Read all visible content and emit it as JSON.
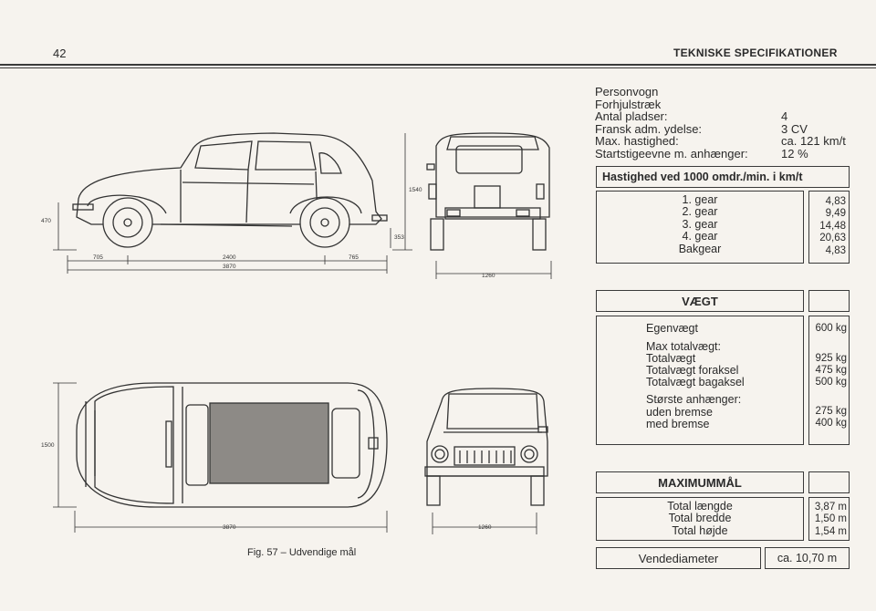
{
  "page": {
    "number": "42",
    "section_title": "TEKNISKE SPECIFIKATIONER"
  },
  "specs": [
    {
      "label": "Personvogn",
      "value": ""
    },
    {
      "label": "Forhjulstræk",
      "value": ""
    },
    {
      "label": "Antal pladser:",
      "value": "4"
    },
    {
      "label": "Fransk adm. ydelse:",
      "value": "3 CV"
    },
    {
      "label": "Max. hastighed:",
      "value": "ca. 121 km/t"
    },
    {
      "label": "Startstigeevne m. anhænger:",
      "value": "12 %"
    }
  ],
  "speed_table": {
    "title": "Hastighed ved 1000 omdr./min. i km/t",
    "gears": [
      "1. gear",
      "2. gear",
      "3. gear",
      "4. gear",
      "Bakgear"
    ],
    "values": [
      "4,83",
      "9,49",
      "14,48",
      "20,63",
      "4,83"
    ]
  },
  "weight_table": {
    "title": "VÆGT",
    "label_lines": [
      "Egenvægt",
      "",
      "Max totalvægt:",
      "Totalvægt",
      "Totalvægt foraksel",
      "Totalvægt bagaksel",
      "",
      "Største anhænger:",
      "uden bremse",
      "med bremse"
    ],
    "value_lines": [
      "600 kg",
      "",
      "",
      "925 kg",
      "475 kg",
      "500 kg",
      "",
      "",
      "275 kg",
      "400 kg"
    ]
  },
  "max_table": {
    "title": "MAXIMUMMÅL",
    "labels": [
      "Total længde",
      "Total bredde",
      "Total højde"
    ],
    "values": [
      "3,87 m",
      "1,50 m",
      "1,54 m"
    ]
  },
  "turning": {
    "label": "Vendediameter",
    "value": "ca. 10,70 m"
  },
  "dimensions": {
    "side_overhang_front": "705",
    "side_wheelbase": "2400",
    "side_overhang_rear": "765",
    "side_length": "3870",
    "side_height": "1540",
    "ground_clearance": "353",
    "front_height_470": "470",
    "rear_track": "1260",
    "top_width": "1500",
    "top_length": "3870",
    "front_track": "1260"
  },
  "figure_caption": "Fig. 57 – Udvendige mål"
}
